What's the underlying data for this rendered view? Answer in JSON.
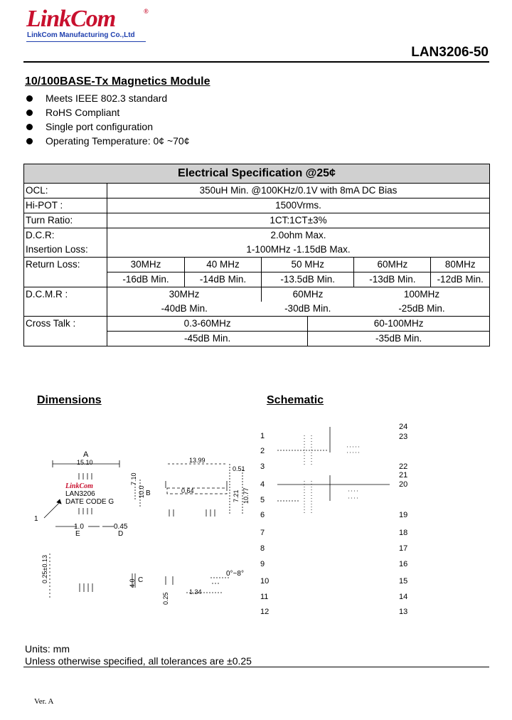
{
  "header": {
    "logo": "LinkCom",
    "logo_mark": "®",
    "company": "LinkCom Manufacturing Co.,Ltd",
    "part_number": "LAN3206-50"
  },
  "product": {
    "title": "10/100BASE-Tx Magnetics Module",
    "features": [
      "Meets IEEE 802.3 standard",
      "RoHS Compliant",
      "Single port configuration",
      "Operating Temperature: 0¢ ~70¢"
    ]
  },
  "spec": {
    "title": "Electrical Specification @25¢",
    "ocl_label": "OCL:",
    "ocl_value": "350uH Min. @100KHz/0.1V with 8mA DC Bias",
    "hipot_label": "Hi-POT :",
    "hipot_value": "1500Vrms.",
    "turn_label": "Turn Ratio:",
    "turn_value": "1CT:1CT±3%",
    "dcr_label": "D.C.R:",
    "dcr_value": "2.0ohm Max.",
    "il_label": "Insertion Loss:",
    "il_value": "1-100MHz   -1.15dB Max.",
    "rl_label": "Return Loss:",
    "rl_freqs": [
      "30MHz",
      "40 MHz",
      "50 MHz",
      "60MHz",
      "80MHz"
    ],
    "rl_values": [
      "-16dB Min.",
      "-14dB Min.",
      "-13.5dB Min.",
      "-13dB Min.",
      "-12dB Min."
    ],
    "dcmr_label": "D.C.M.R :",
    "dcmr_freqs": [
      "30MHz",
      "60MHz",
      "100MHz"
    ],
    "dcmr_values": [
      "-40dB Min.",
      "-30dB Min.",
      "-25dB Min."
    ],
    "ct_label": "Cross Talk :",
    "ct_freqs": [
      "0.3-60MHz",
      "60-100MHz"
    ],
    "ct_values": [
      "-45dB Min.",
      "-35dB Min."
    ]
  },
  "dimensions": {
    "title": "Dimensions",
    "labels": {
      "a": "A",
      "a_val": "15.10",
      "b": "B",
      "b_val1": "7.10",
      "b_val2": "10.0",
      "c": "C",
      "c_val": "4.0",
      "d": "D",
      "d_val": "0.45",
      "e": "E",
      "e_val": "1.0",
      "top_w": "13.99",
      "pad": "0.51",
      "pitch": "0.64",
      "h1": "7.21",
      "h2": "10.77",
      "tol": "0.25±0.13",
      "foot": "0.25",
      "span": "1.34",
      "angle": "0°~8°",
      "pin1": "1"
    },
    "marking": [
      "LinkCom",
      "LAN3206",
      "DATE CODE G"
    ]
  },
  "schematic": {
    "title": "Schematic",
    "left_pins": [
      "1",
      "2",
      "3",
      "4",
      "5",
      "6",
      "7",
      "8",
      "9",
      "10",
      "11",
      "12"
    ],
    "right_pins": [
      "24",
      "23",
      "22",
      "21",
      "20",
      "19",
      "18",
      "17",
      "16",
      "15",
      "14",
      "13"
    ]
  },
  "footer": {
    "units": "Units: mm",
    "tolerance": "Unless otherwise specified, all tolerances are ±0.25",
    "version": "Ver. A"
  }
}
